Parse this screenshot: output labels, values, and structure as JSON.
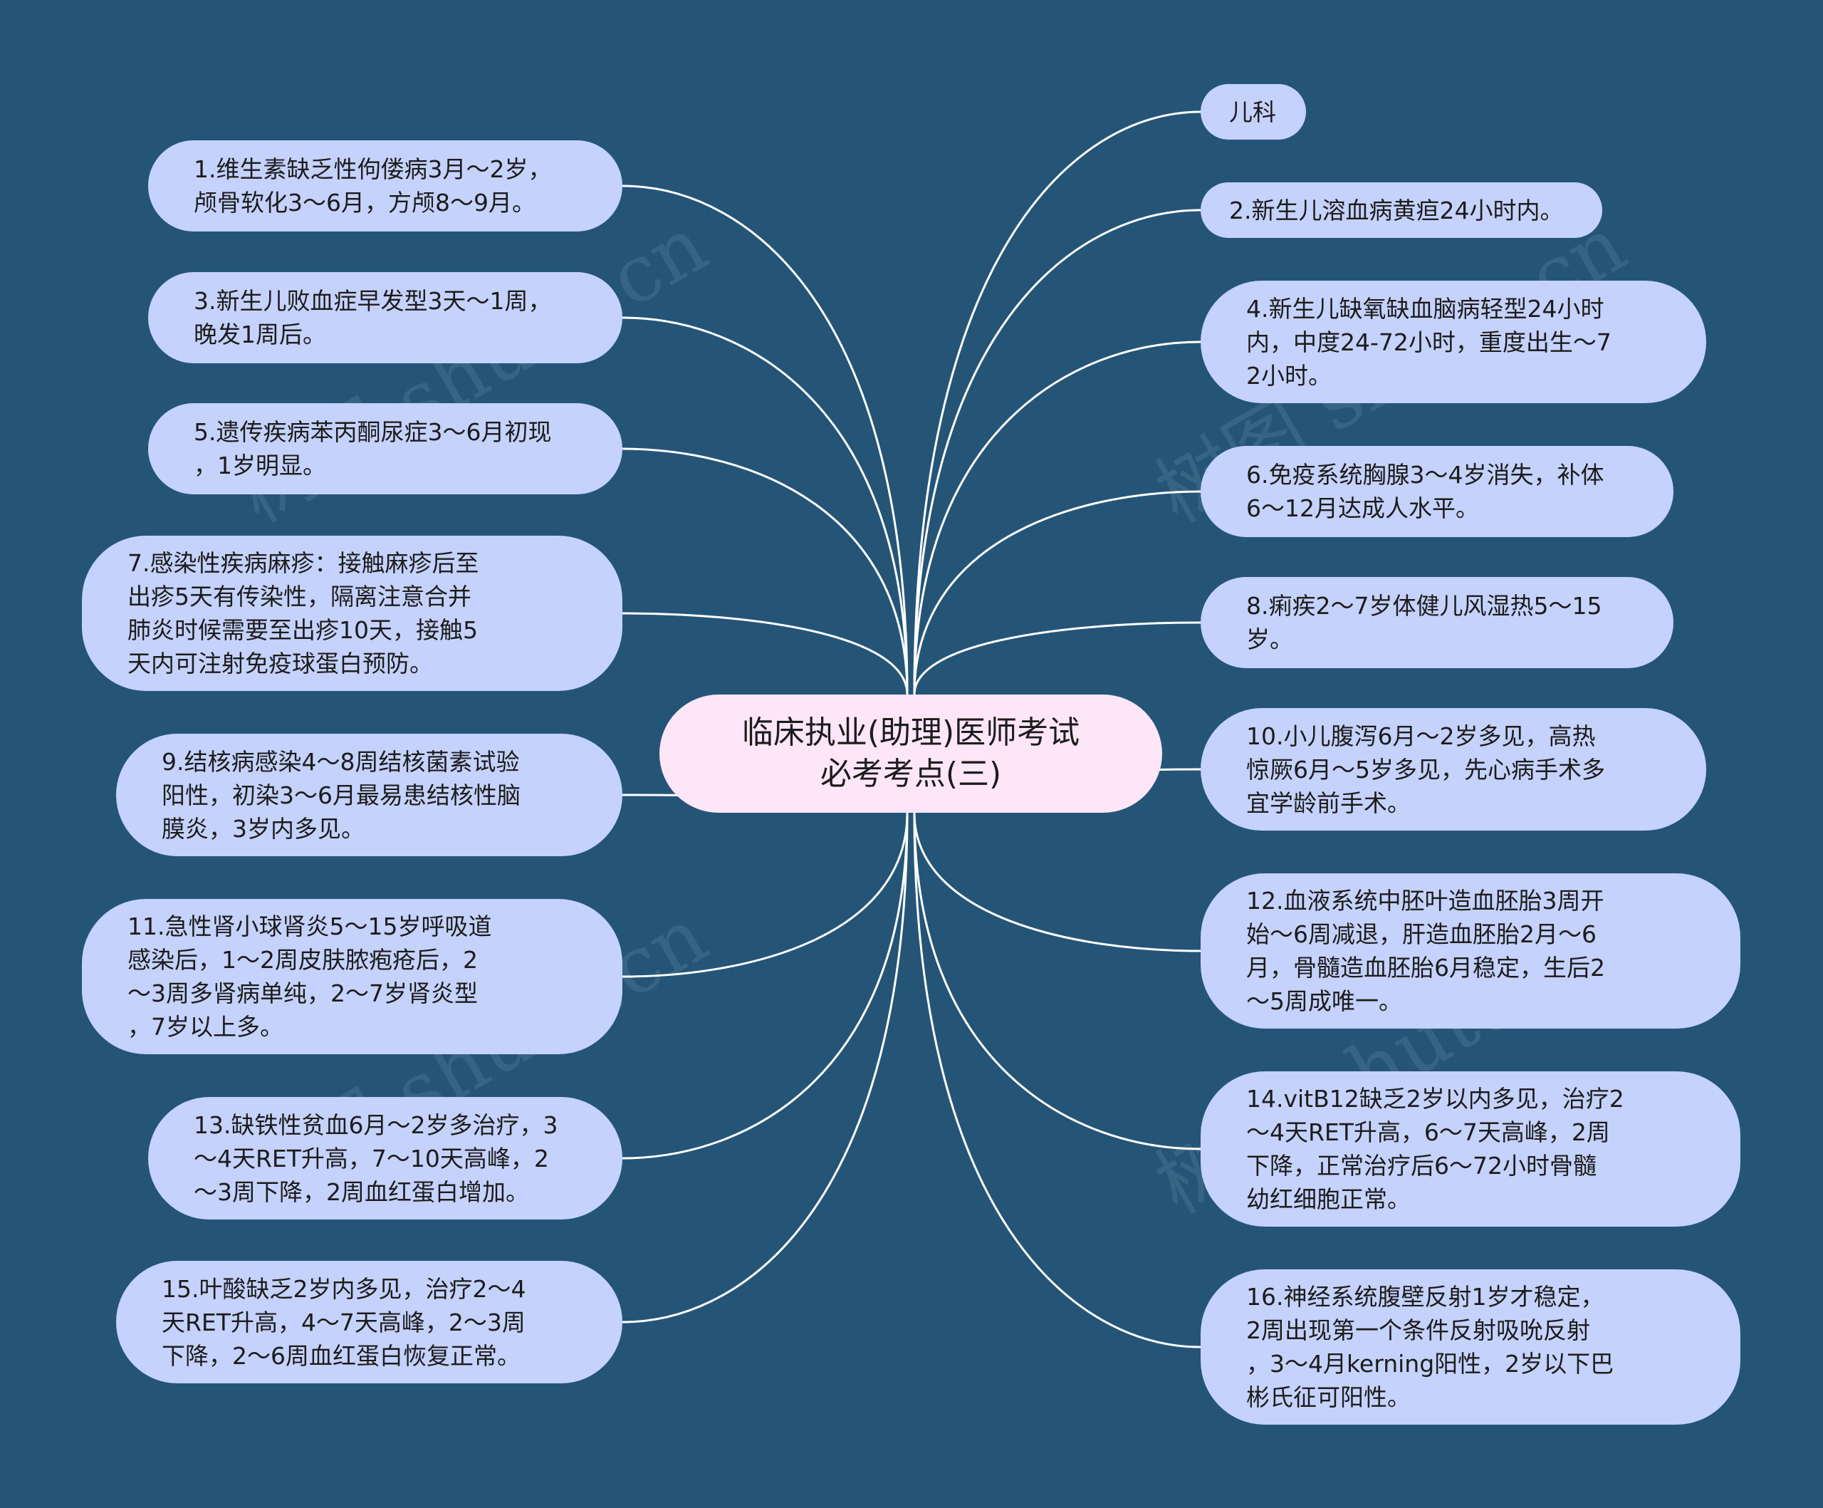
{
  "root": {
    "line1": "临床执业(助理)医师考试",
    "line2": "必考考点(三)"
  },
  "left_nodes": [
    {
      "lines": [
        "1.维生素缺乏性佝偻病3月～2岁，",
        "颅骨软化3～6月，方颅8～9月。"
      ]
    },
    {
      "lines": [
        "3.新生儿败血症早发型3天～1周，",
        "晚发1周后。"
      ]
    },
    {
      "lines": [
        "5.遗传疾病苯丙酮尿症3～6月初现",
        "，1岁明显。"
      ]
    },
    {
      "lines": [
        "7.感染性疾病麻疹：接触麻疹后至",
        "出疹5天有传染性，隔离注意合并",
        "肺炎时候需要至出疹10天，接触5",
        "天内可注射免疫球蛋白预防。"
      ]
    },
    {
      "lines": [
        "9.结核病感染4～8周结核菌素试验",
        "阳性，初染3～6月最易患结核性脑",
        "膜炎，3岁内多见。"
      ]
    },
    {
      "lines": [
        "11.急性肾小球肾炎5～15岁呼吸道",
        "感染后，1～2周皮肤脓疱疮后，2",
        "～3周多肾病单纯，2～7岁肾炎型",
        "，7岁以上多。"
      ]
    },
    {
      "lines": [
        "13.缺铁性贫血6月～2岁多治疗，3",
        "～4天RET升高，7～10天高峰，2",
        "～3周下降，2周血红蛋白增加。"
      ]
    },
    {
      "lines": [
        "15.叶酸缺乏2岁内多见，治疗2～4",
        "天RET升高，4～7天高峰，2～3周",
        "下降，2～6周血红蛋白恢复正常。"
      ]
    }
  ],
  "right_nodes": [
    {
      "lines": [
        "儿科"
      ]
    },
    {
      "lines": [
        "2.新生儿溶血病黄疸24小时内。"
      ]
    },
    {
      "lines": [
        "4.新生儿缺氧缺血脑病轻型24小时",
        "内，中度24-72小时，重度出生～7",
        "2小时。"
      ]
    },
    {
      "lines": [
        "6.免疫系统胸腺3～4岁消失，补体",
        "6～12月达成人水平。"
      ]
    },
    {
      "lines": [
        "8.痢疾2～7岁体健儿风湿热5～15",
        "岁。"
      ]
    },
    {
      "lines": [
        "10.小儿腹泻6月～2岁多见，高热",
        "惊厥6月～5岁多见，先心病手术多",
        "宜学龄前手术。"
      ]
    },
    {
      "lines": [
        "12.血液系统中胚叶造血胚胎3周开",
        "始～6周减退，肝造血胚胎2月～6",
        "月，骨髓造血胚胎6月稳定，生后2",
        "～5周成唯一。"
      ]
    },
    {
      "lines": [
        "14.vitB12缺乏2岁以内多见，治疗2",
        "～4天RET升高，6～7天高峰，2周",
        "下降，正常治疗后6～72小时骨髓",
        "幼红细胞正常。"
      ]
    },
    {
      "lines": [
        "16.神经系统腹壁反射1岁才稳定，",
        "2周出现第一个条件反射吸吮反射",
        "，3～4月kerning阳性，2岁以下巴",
        "彬氏征可阳性。"
      ]
    }
  ],
  "watermark": "树图 shutu.cn",
  "colors": {
    "background": "#245577",
    "node": "#c5d2fb",
    "root": "#fde6f8",
    "edge": "#ffffff"
  }
}
